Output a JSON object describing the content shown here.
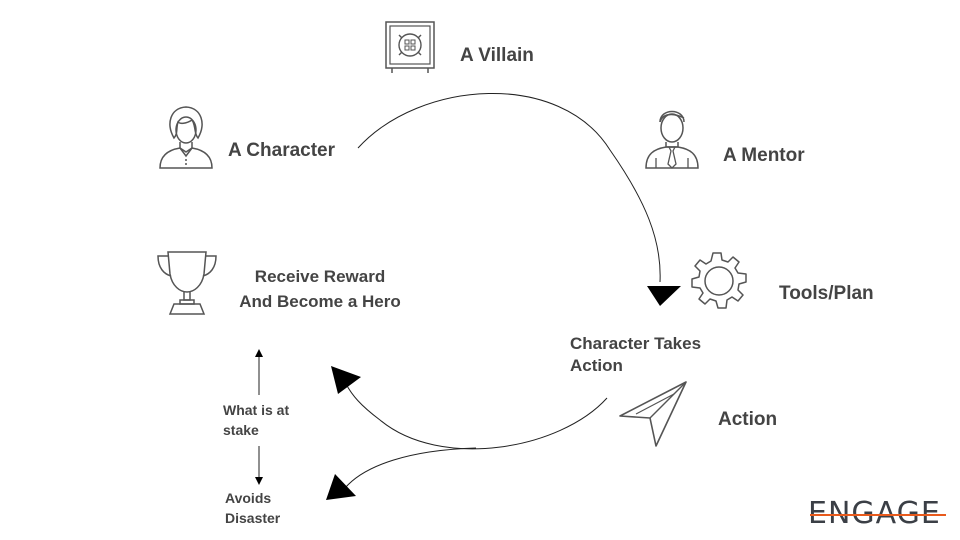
{
  "nodes": {
    "villain": "A Villain",
    "character": "A Character",
    "mentor": "A Mentor",
    "tools": "Tools/Plan",
    "reward_line1": "Receive Reward",
    "reward_line2": "And Become a Hero",
    "takes_action_line1": "Character Takes",
    "takes_action_line2": "Action",
    "action": "Action",
    "stake_line1": "What is at",
    "stake_line2": "stake",
    "avoids_line1": "Avoids",
    "avoids_line2": "Disaster"
  },
  "brand": {
    "logo_text": "ENGAGE",
    "accent_color": "#e85a1c"
  },
  "icons": {
    "villain": "safe-icon",
    "character": "woman-avatar-icon",
    "mentor": "man-with-tie-icon",
    "tools": "gear-icon",
    "reward": "trophy-icon",
    "action": "paper-plane-icon"
  }
}
